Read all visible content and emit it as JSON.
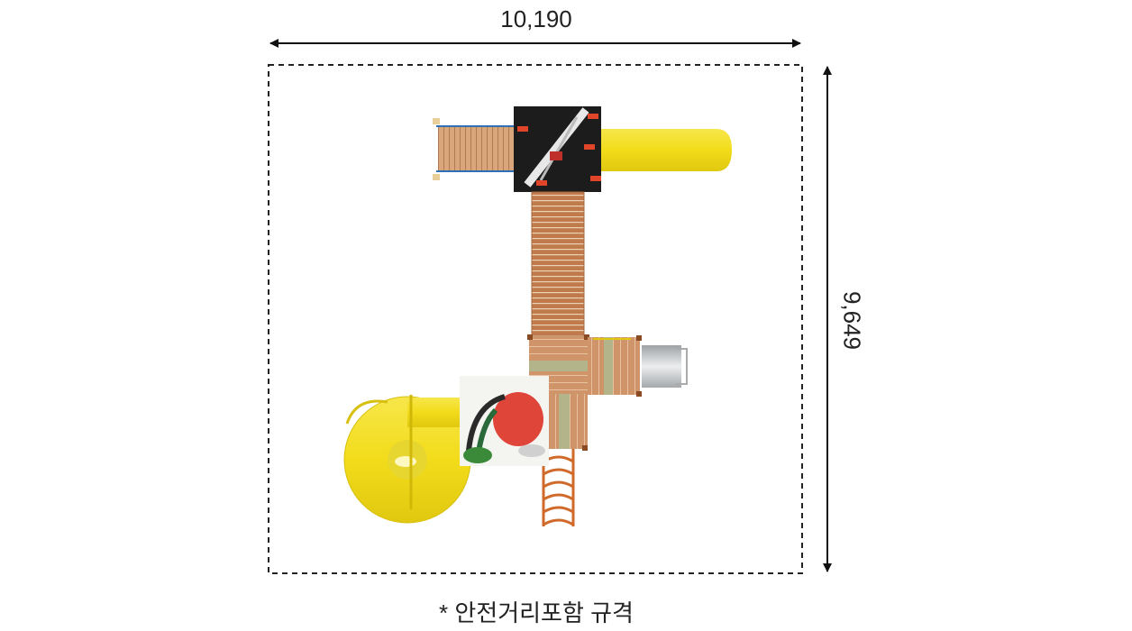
{
  "dimensions": {
    "width_label": "10,190",
    "height_label": "9,649"
  },
  "footnote": "* 안전거리포함 규격",
  "colors": {
    "slide_yellow": "#f2dc1a",
    "deck_wood": "#c98b5a",
    "roof_dark": "#1c1c1c",
    "ladder_orange": "#d06a2a",
    "tube_gray": "#c8cacc",
    "rail_blue": "#2f6fb5"
  }
}
